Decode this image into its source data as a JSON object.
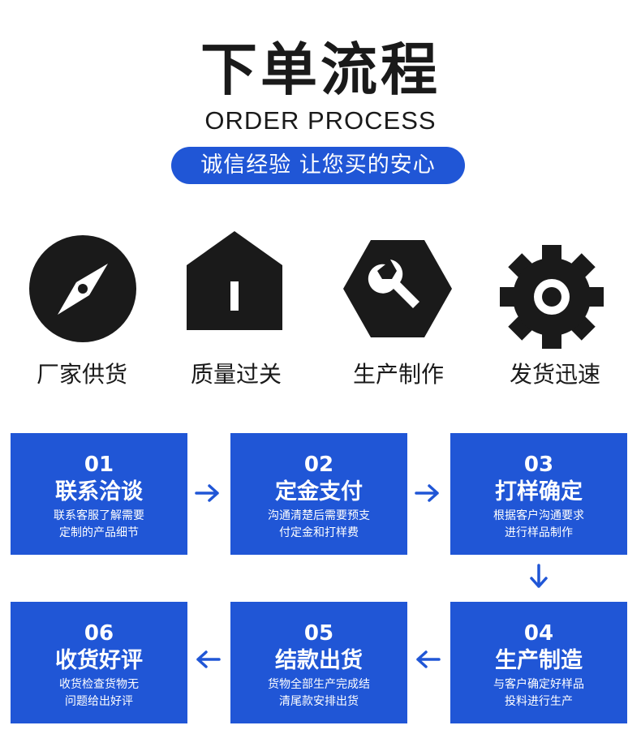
{
  "header": {
    "title": "下单流程",
    "subtitle": "ORDER PROCESS",
    "slogan": "诚信经验  让您买的安心"
  },
  "features": [
    {
      "icon": "compass-icon",
      "label": "厂家供货"
    },
    {
      "icon": "house-icon",
      "label": "质量过关"
    },
    {
      "icon": "wrench-icon",
      "label": "生产制作"
    },
    {
      "icon": "gear-icon",
      "label": "发货迅速"
    }
  ],
  "steps": [
    {
      "num": "01",
      "name": "联系洽谈",
      "desc1": "联系客服了解需要",
      "desc2": "定制的产品细节"
    },
    {
      "num": "02",
      "name": "定金支付",
      "desc1": "沟通清楚后需要预支",
      "desc2": "付定金和打样费"
    },
    {
      "num": "03",
      "name": "打样确定",
      "desc1": "根据客户沟通要求",
      "desc2": "进行样品制作"
    },
    {
      "num": "04",
      "name": "生产制造",
      "desc1": "与客户确定好样品",
      "desc2": "投料进行生产"
    },
    {
      "num": "05",
      "name": "结款出货",
      "desc1": "货物全部生产完成结",
      "desc2": "清尾款安排出货"
    },
    {
      "num": "06",
      "name": "收货好评",
      "desc1": "收货检查货物无",
      "desc2": "问题给出好评"
    }
  ],
  "colors": {
    "accent": "#2056d6",
    "icon": "#1a1a1a",
    "background": "#ffffff"
  }
}
